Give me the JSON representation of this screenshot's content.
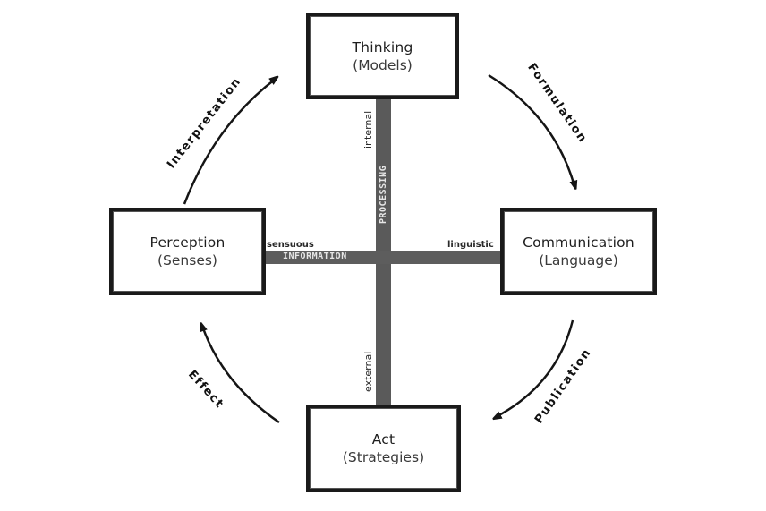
{
  "boxes": {
    "thinking": {
      "title": "Thinking",
      "subtitle": "(Models)"
    },
    "perception": {
      "title": "Perception",
      "subtitle": "(Senses)"
    },
    "communication": {
      "title": "Communication",
      "subtitle": "(Language)"
    },
    "act": {
      "title": "Act",
      "subtitle": "(Strategies)"
    }
  },
  "axes": {
    "vertical_bar": "PROCESSING",
    "horizontal_bar": "INFORMATION",
    "top": "internal",
    "bottom": "external",
    "left": "sensuous",
    "right": "linguistic"
  },
  "flows": {
    "interpretation": "Interpretation",
    "formulation": "Formulation",
    "publication": "Publication",
    "effect": "Effect"
  },
  "colors": {
    "bar": "#5a5a5a",
    "box_border": "#1a1a1a",
    "arrow": "#151515"
  }
}
